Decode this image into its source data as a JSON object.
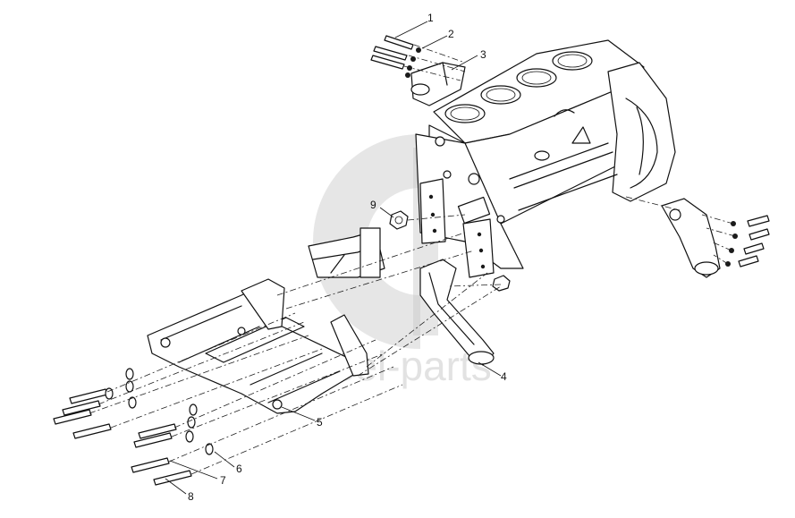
{
  "watermark": {
    "text": "diesel-parts"
  },
  "callouts": [
    {
      "id": "1",
      "label": "1"
    },
    {
      "id": "2",
      "label": "2"
    },
    {
      "id": "3",
      "label": "3"
    },
    {
      "id": "4",
      "label": "4"
    },
    {
      "id": "5",
      "label": "5"
    },
    {
      "id": "6",
      "label": "6"
    },
    {
      "id": "7",
      "label": "7"
    },
    {
      "id": "8",
      "label": "8"
    },
    {
      "id": "9",
      "label": "9"
    }
  ]
}
